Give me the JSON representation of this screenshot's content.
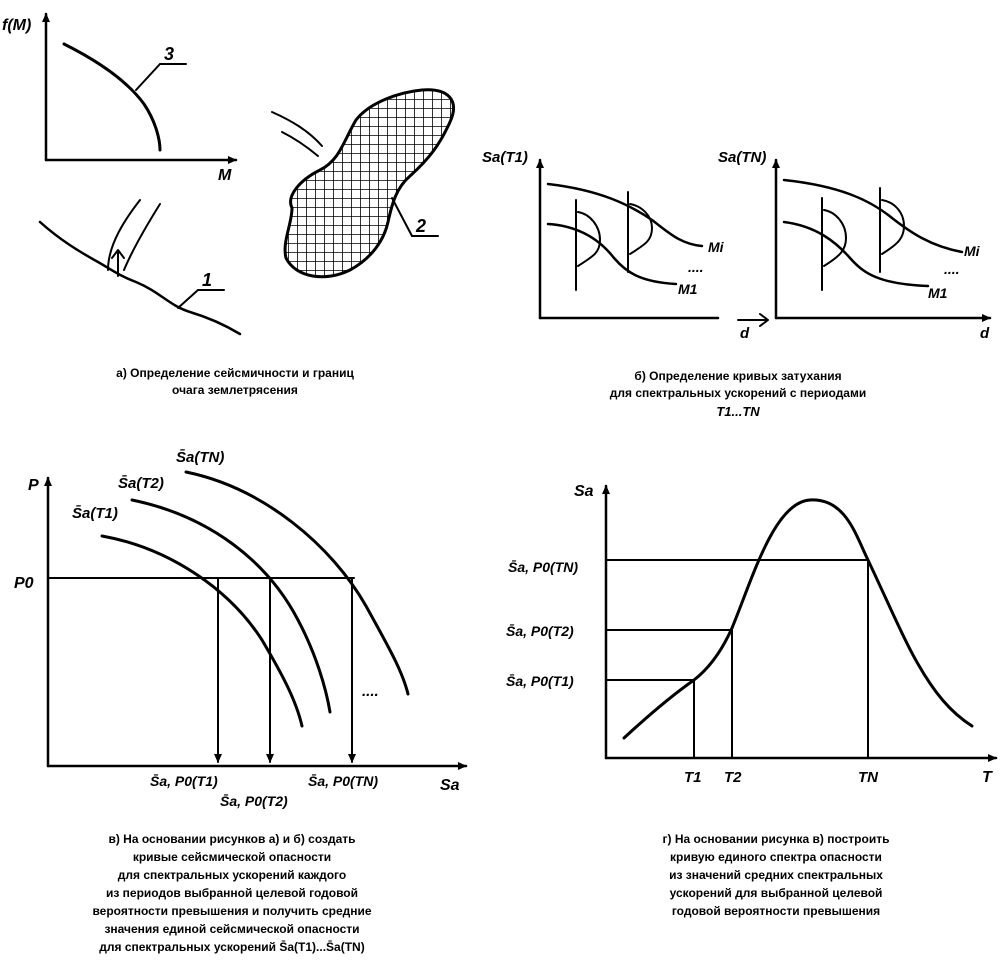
{
  "panel_a": {
    "axis_y": "f(M)",
    "axis_x": "M",
    "label_1": "1",
    "label_2": "2",
    "label_3": "3",
    "caption_line1": "а) Определение сейсмичности и границ",
    "caption_line2": "очага землетрясения"
  },
  "panel_b": {
    "left_axis_y": "Sa(T1)",
    "right_axis_y": "Sa(TN)",
    "axis_x": "d",
    "curve_top": "Mi",
    "curve_bottom": "M1",
    "dots": "....",
    "caption_line1": "б) Определение кривых затухания",
    "caption_line2": "для спектральных ускорений с периодами",
    "caption_line3": "T1...TN"
  },
  "panel_v": {
    "axis_y": "P",
    "axis_x": "Sa",
    "level": "P0",
    "curve_1": "S̄a(T1)",
    "curve_2": "S̄a(T2)",
    "curve_n": "S̄a(TN)",
    "dots": "....",
    "x_label_1": "S̄a, P0(T1)",
    "x_label_2": "S̄a, P0(T2)",
    "x_label_n": "S̄a, P0(TN)",
    "caption_lines": [
      "в) На основании рисунков а) и б) создать",
      "кривые сейсмической опасности",
      "для спектральных ускорений каждого",
      "из периодов выбранной целевой годовой",
      "вероятности превышения и получить средние",
      "значения единой сейсмической опасности",
      "для спектральных ускорений S̄a(T1)...S̄a(TN)"
    ]
  },
  "panel_g": {
    "axis_y": "Sa",
    "axis_x": "T",
    "y_label_n": "S̄a, P0(TN)",
    "y_label_2": "S̄a, P0(T2)",
    "y_label_1": "S̄a, P0(T1)",
    "x_label_1": "T1",
    "x_label_2": "T2",
    "x_label_n": "TN",
    "caption_lines": [
      "г) На основании рисунка в) построить",
      "кривую единого спектра опасности",
      "из значений средних спектральных",
      "ускорений для выбранной целевой",
      "годовой вероятности превышения"
    ]
  }
}
